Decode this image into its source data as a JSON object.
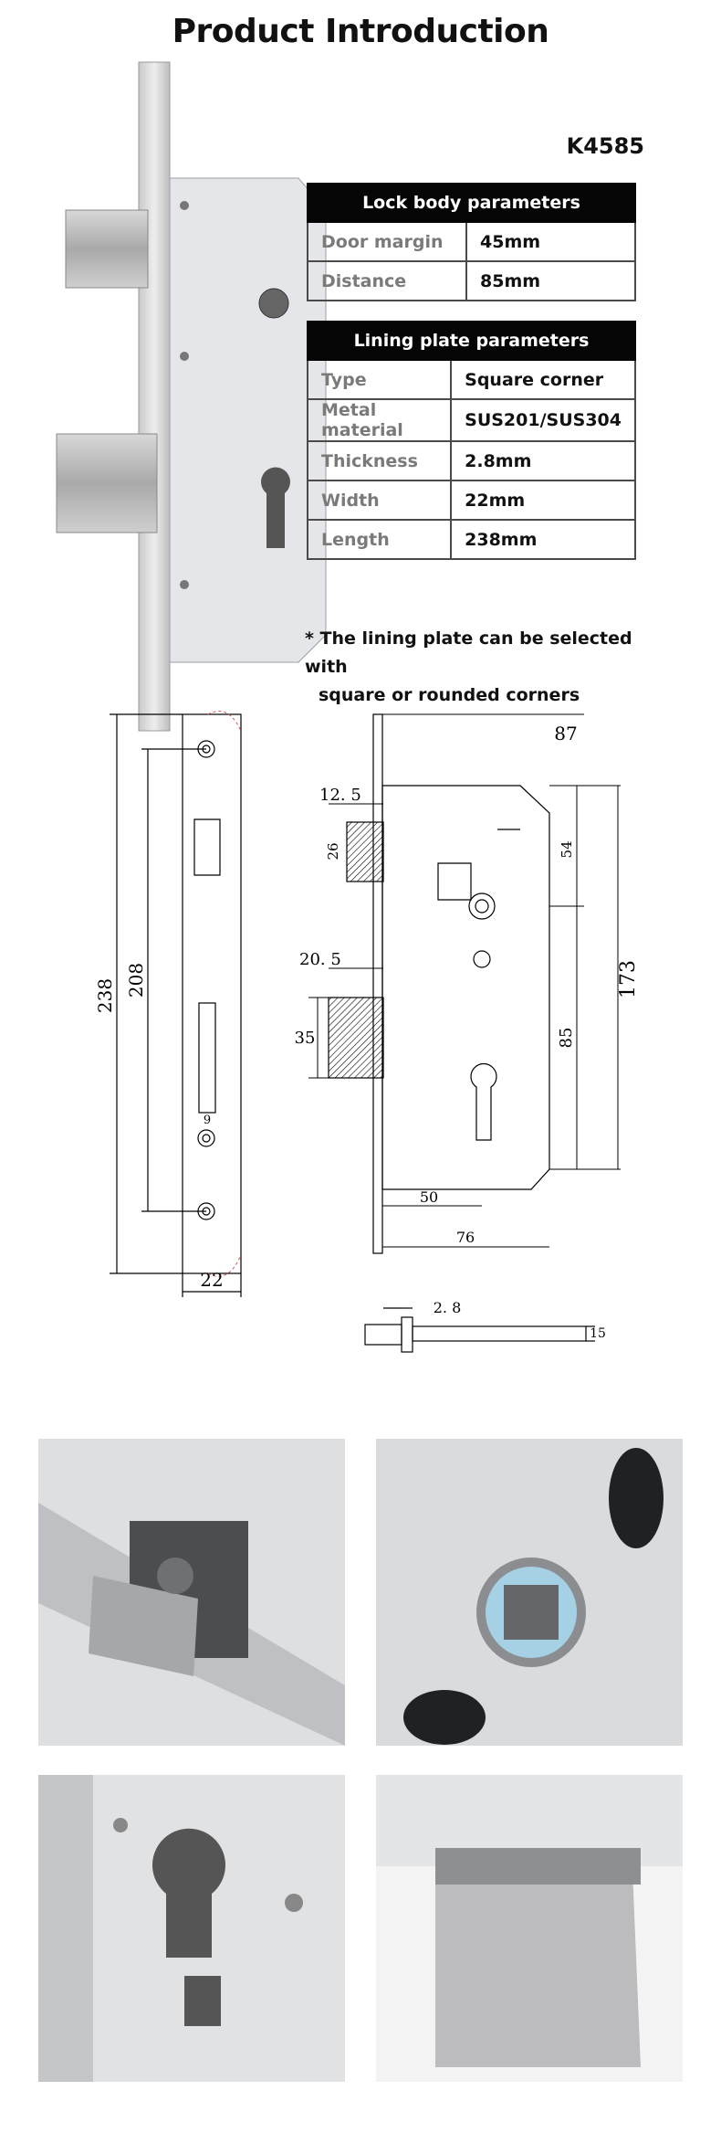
{
  "header": {
    "title": "Product Introduction",
    "model": "K4585"
  },
  "lock_body_table": {
    "title": "Lock body parameters",
    "rows": [
      {
        "label": "Door margin",
        "value": "45mm"
      },
      {
        "label": "Distance",
        "value": "85mm"
      }
    ]
  },
  "lining_plate_table": {
    "title": "Lining plate parameters",
    "rows": [
      {
        "label": "Type",
        "value": "Square corner"
      },
      {
        "label": "Metal material",
        "value": "SUS201/SUS304"
      },
      {
        "label": "Thickness",
        "value": "2.8mm"
      },
      {
        "label": "Width",
        "value": "22mm"
      },
      {
        "label": "Length",
        "value": "238mm"
      }
    ]
  },
  "note": {
    "line1": "* The lining plate can be selected with",
    "line2": "square or rounded corners"
  },
  "drawing_front": {
    "total_length": "238",
    "hole_distance": "208",
    "width": "22",
    "slot_width": "9"
  },
  "drawing_side": {
    "d87": "87",
    "d12_5": "12. 5",
    "d26": "26",
    "d54": "54",
    "d173": "173",
    "d85": "85",
    "d20_5": "20. 5",
    "d35": "35",
    "d50": "50",
    "d76": "76"
  },
  "drawing_key": {
    "d2_8": "2. 8",
    "d15": "15"
  }
}
